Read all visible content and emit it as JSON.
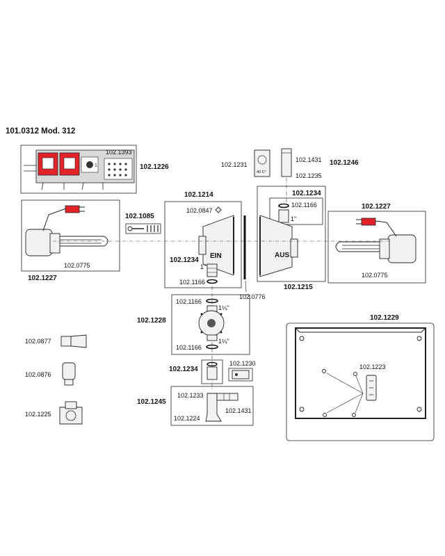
{
  "title": "101.0312 Mod. 312",
  "labels": {
    "p1226": "102.1226",
    "p1393": "102.1393",
    "p1393_one": "1",
    "p1227_left": "102.1227",
    "p0775_left": "102.0775",
    "p1085": "102.1085",
    "p1214": "102.1214",
    "p0847": "102.0847",
    "ein": "EIN",
    "p1234_left": "102.1234",
    "one_inch_a": "1\"",
    "p1166_left": "102.1166",
    "p1231": "102.1231",
    "therm_text": "40 C°",
    "p1431_top": "102.1431",
    "p1235": "102.1235",
    "p1246": "102.1246",
    "p1234_right": "102.1234",
    "p1166_right": "102.1166",
    "one_inch_b": "1\"",
    "aus": "AUS",
    "p1227_right": "102.1227",
    "p0775_right": "102.0775",
    "p1215": "102.1215",
    "p0776": "102.0776",
    "p1228": "102.1228",
    "p1166_pump_top": "102.1166",
    "one_quarter_top": "1¼\"",
    "p1166_pump_bottom": "102.1166",
    "one_quarter_bottom": "1¼\"",
    "p1234_mid": "102.1234",
    "p1230": "102.1230",
    "p1245": "102.1245",
    "p1233": "102.1233",
    "p1431_bottom": "102.1431",
    "p1224": "102.1224",
    "p0877": "102.0877",
    "p0876": "102.0876",
    "p1225": "102.1225",
    "p1229": "102.1229",
    "p1223": "102.1223"
  },
  "colors": {
    "plug_red": "#e2232a",
    "line": "#222222"
  }
}
